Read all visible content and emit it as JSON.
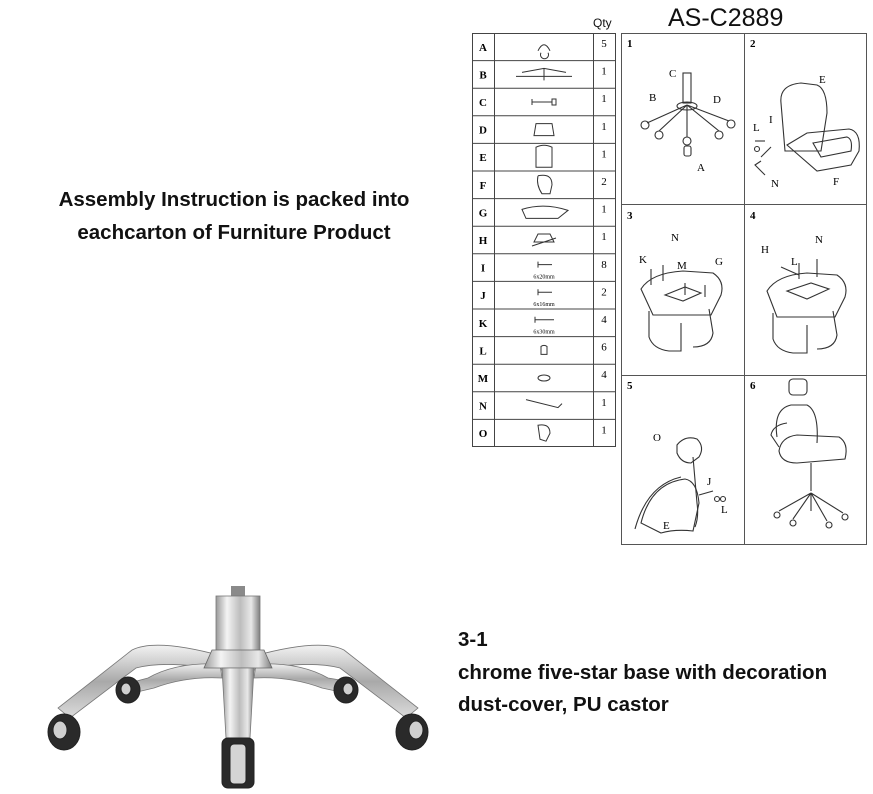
{
  "note": {
    "line1": "Assembly Instruction is packed into",
    "line2": "eachcarton of Furniture Product"
  },
  "sheet": {
    "model": "AS-C2889",
    "qty_header": "Qty",
    "parts": [
      {
        "letter": "A",
        "qty": "5",
        "caption": ""
      },
      {
        "letter": "B",
        "qty": "1",
        "caption": ""
      },
      {
        "letter": "C",
        "qty": "1",
        "caption": ""
      },
      {
        "letter": "D",
        "qty": "1",
        "caption": ""
      },
      {
        "letter": "E",
        "qty": "1",
        "caption": ""
      },
      {
        "letter": "F",
        "qty": "2",
        "caption": ""
      },
      {
        "letter": "G",
        "qty": "1",
        "caption": ""
      },
      {
        "letter": "H",
        "qty": "1",
        "caption": ""
      },
      {
        "letter": "I",
        "qty": "8",
        "caption": "6x20mm"
      },
      {
        "letter": "J",
        "qty": "2",
        "caption": "6x16mm"
      },
      {
        "letter": "K",
        "qty": "4",
        "caption": "6x30mm"
      },
      {
        "letter": "L",
        "qty": "6",
        "caption": ""
      },
      {
        "letter": "M",
        "qty": "4",
        "caption": ""
      },
      {
        "letter": "N",
        "qty": "1",
        "caption": ""
      },
      {
        "letter": "O",
        "qty": "1",
        "caption": ""
      }
    ],
    "steps": [
      {
        "number": "1",
        "labels": [
          "C",
          "B",
          "D",
          "A"
        ]
      },
      {
        "number": "2",
        "labels": [
          "E",
          "L",
          "I",
          "N",
          "F"
        ]
      },
      {
        "number": "3",
        "labels": [
          "N",
          "K",
          "M",
          "G"
        ]
      },
      {
        "number": "4",
        "labels": [
          "H",
          "N",
          "L"
        ]
      },
      {
        "number": "5",
        "labels": [
          "O",
          "J",
          "L",
          "E"
        ]
      },
      {
        "number": "6",
        "labels": []
      }
    ]
  },
  "product": {
    "code": "3-1",
    "line1": "chrome five-star base with decoration",
    "line2": "dust-cover, PU castor"
  }
}
